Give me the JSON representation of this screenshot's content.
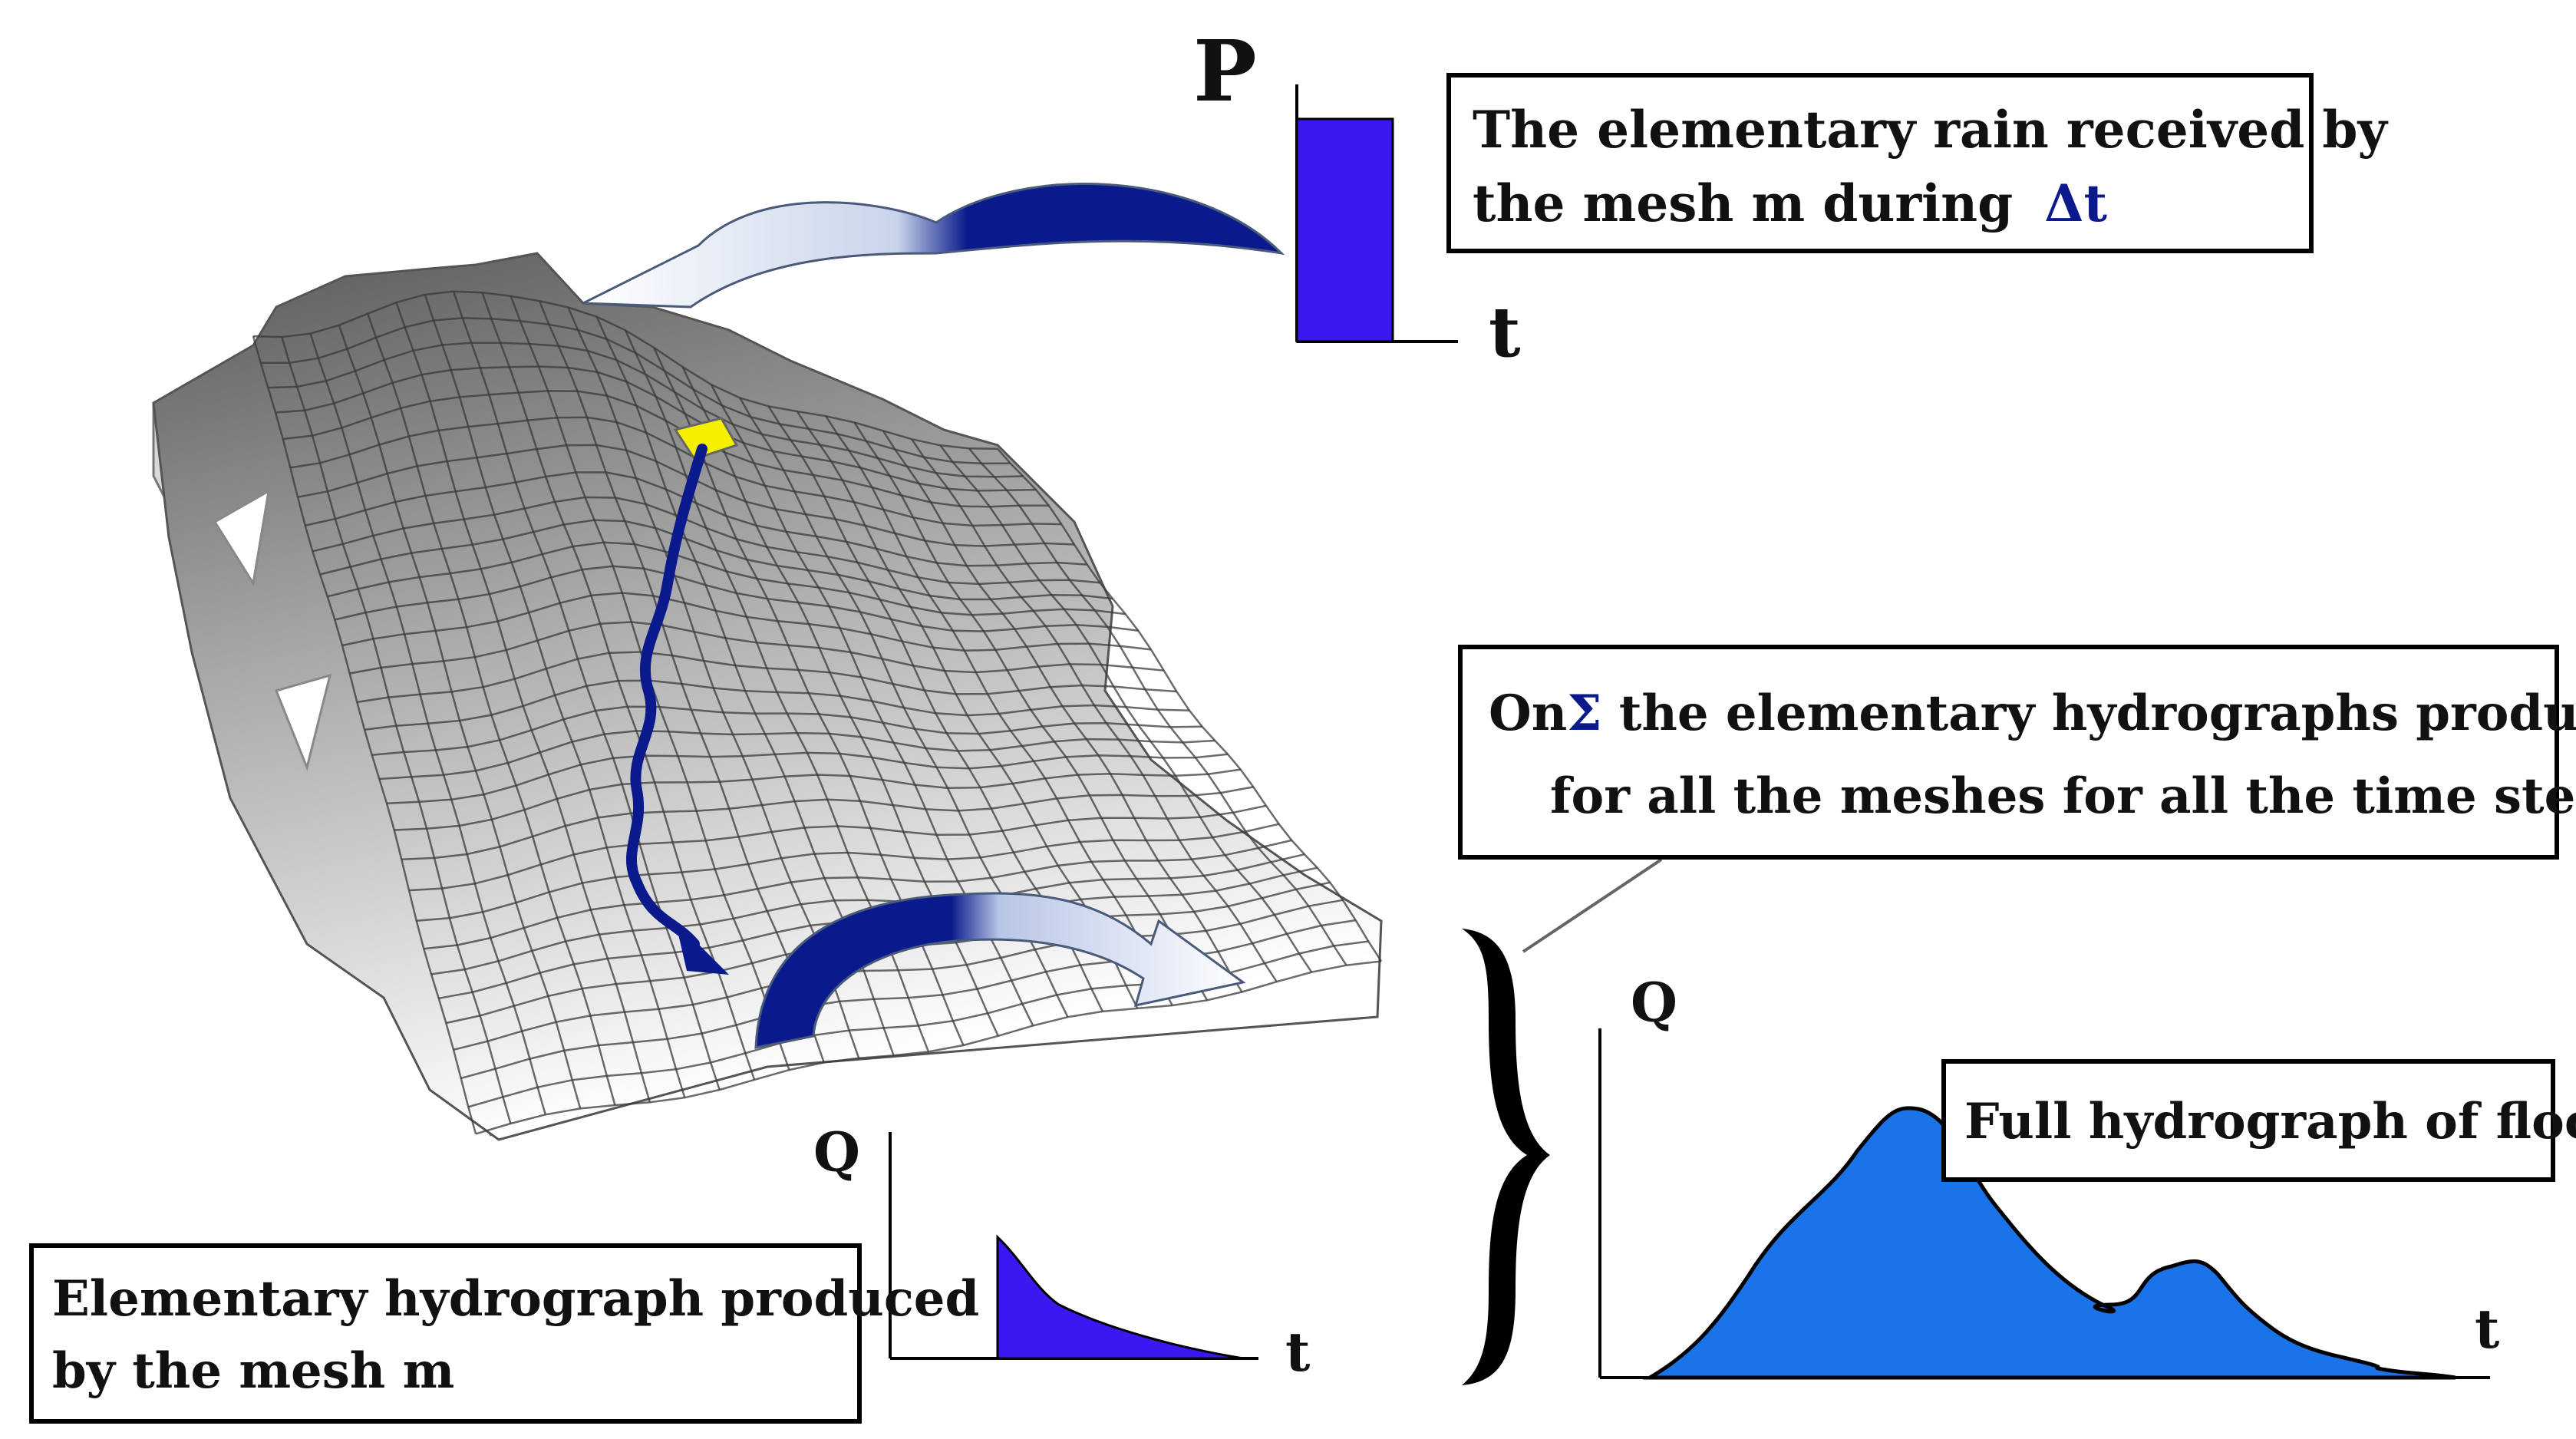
{
  "labels": {
    "rain_box": {
      "line1": "The elementary rain received by",
      "line2_prefix": "the mesh m during",
      "line2_symbol": "Δt"
    },
    "sum_box": {
      "line1_prefix": "On",
      "line1_symbol": "Σ",
      "line1_rest": "the elementary  hydrographs produced",
      "line2": "for all the meshes for all the time steps"
    },
    "full_box": {
      "text": "Full hydrograph of flood"
    },
    "elem_box": {
      "line1": "Elementary hydrograph produced",
      "line2": "by the mesh m"
    }
  },
  "axes": {
    "rain_y": "P",
    "rain_x": "t",
    "elem_y": "Q",
    "elem_x": "t",
    "full_y": "Q",
    "full_x": "t"
  },
  "colors": {
    "rain_bar": "#3a19f0",
    "elem_fill": "#3a19f0",
    "full_fill": "#1a73e8",
    "flow_arrow": "#0a1a8c",
    "highlight_mesh": "#f5ef00"
  }
}
